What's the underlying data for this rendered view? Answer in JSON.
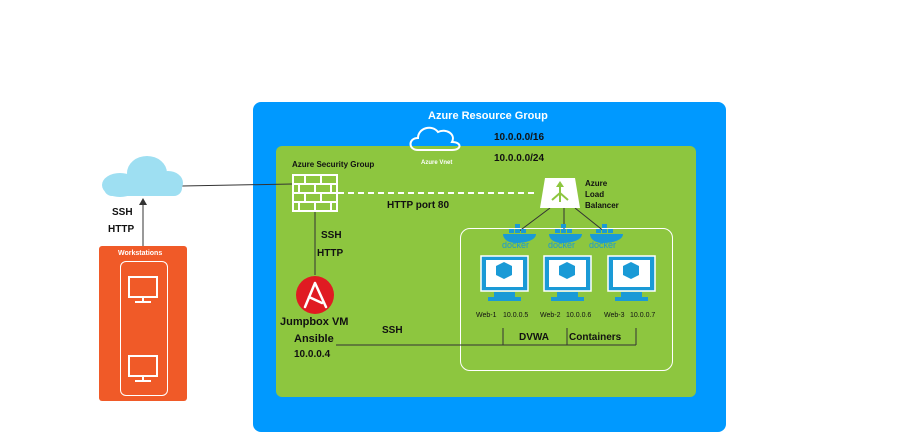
{
  "resource_group": {
    "title": "Azure Resource Group",
    "vnet_label": "Azure Vnet",
    "vnet_cidr": "10.0.0.0/16",
    "subnet_cidr": "10.0.0.0/24"
  },
  "security_group": {
    "label": "Azure Security Group"
  },
  "load_balancer": {
    "label_line1": "Azure",
    "label_line2": "Load",
    "label_line3": "Balancer"
  },
  "http_link": {
    "label": "HTTP port 80"
  },
  "jumpbox": {
    "name": "Jumpbox VM",
    "role": "Ansible",
    "ip": "10.0.0.4",
    "link_label_1": "SSH",
    "link_label_2": "HTTP",
    "ssh_label": "SSH"
  },
  "internet_link": {
    "label_1": "SSH",
    "label_2": "HTTP"
  },
  "workstations": {
    "label": "Workstations"
  },
  "docker_label": "docker",
  "webs": [
    {
      "name": "Web-1",
      "ip": "10.0.0.5"
    },
    {
      "name": "Web-2",
      "ip": "10.0.0.6"
    },
    {
      "name": "Web-3",
      "ip": "10.0.0.7"
    }
  ],
  "containers_group": {
    "label_1": "DVWA",
    "label_2": "Containers"
  },
  "colors": {
    "azure_blue": "#0099ff",
    "subnet_green": "#8dc63f",
    "workstation_orange": "#f05a28",
    "vm_blue": "#1a9ad6",
    "ansible_red": "#e01b22"
  }
}
